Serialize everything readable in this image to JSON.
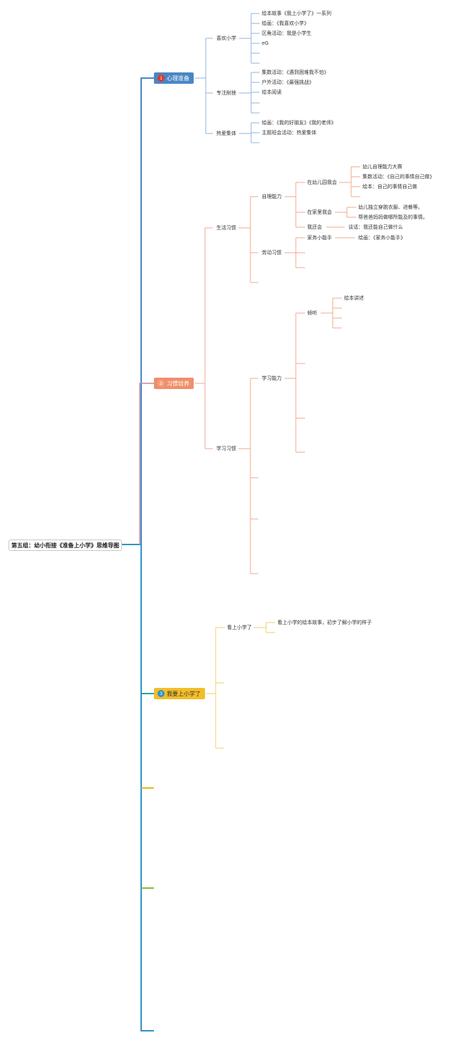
{
  "root": "第五组：幼小衔接《准备上小学》思维导图",
  "topics": [
    {
      "num": "1",
      "label": "心理准备",
      "bg": "#4a86c5",
      "color": "#ffffff",
      "numbg": "#d93a2b",
      "line": "#4a86c5"
    },
    {
      "num": "2",
      "label": "习惯培养",
      "bg": "#ef8f6a",
      "color": "#ffffff",
      "numbg": "#f2a07e",
      "line": "#ef8f6a"
    },
    {
      "num": "3",
      "label": "我要上小学了",
      "bg": "#f2be2a",
      "color": "#333333",
      "numbg": "#2f93c8",
      "line": "#f2be2a"
    }
  ],
  "psych": {
    "like": "喜欢小学",
    "like_items": [
      "绘本故事《我上小学了》一系列",
      "绘画：《我喜欢小学》",
      "区角活动：我是小学生",
      "eG"
    ],
    "focus": "专注耐挫",
    "focus_items": [
      "集数活动：《遇到困难我不怕》",
      "户外活动：《最强挑战》",
      "绘本阅读"
    ],
    "group": "热爱集体",
    "group_items": [
      "绘画：《我的好朋友》《我的老师》",
      "主题班会活动：热爱集体"
    ]
  },
  "habit": {
    "life": "生活习惯",
    "self": "自理能力",
    "kinder": "在幼儿园我会",
    "kinder_items": [
      "幼儿自理能力大赛",
      "集数活动：《自己的事情自己做》",
      "绘本：自己的事情自己做"
    ],
    "home": "在家里我会",
    "home_items": [
      "幼儿独立穿脱衣服、进餐等。",
      "帮爸爸妈妈做哪所能及的事情。"
    ],
    "also": "我还会",
    "also_item": "谈话：我还能自己做什么",
    "labor": "劳动习惯",
    "helper": "家务小能手",
    "helper_item": "绘画：《家务小能手》",
    "study": "学习习惯",
    "learn": "学习能力",
    "listen": "倾听",
    "listen_item": "绘本讲述"
  },
  "school": {
    "look": "看上小学了",
    "look_item": "看上小学的绘本故事，初步了解小学的样子"
  }
}
